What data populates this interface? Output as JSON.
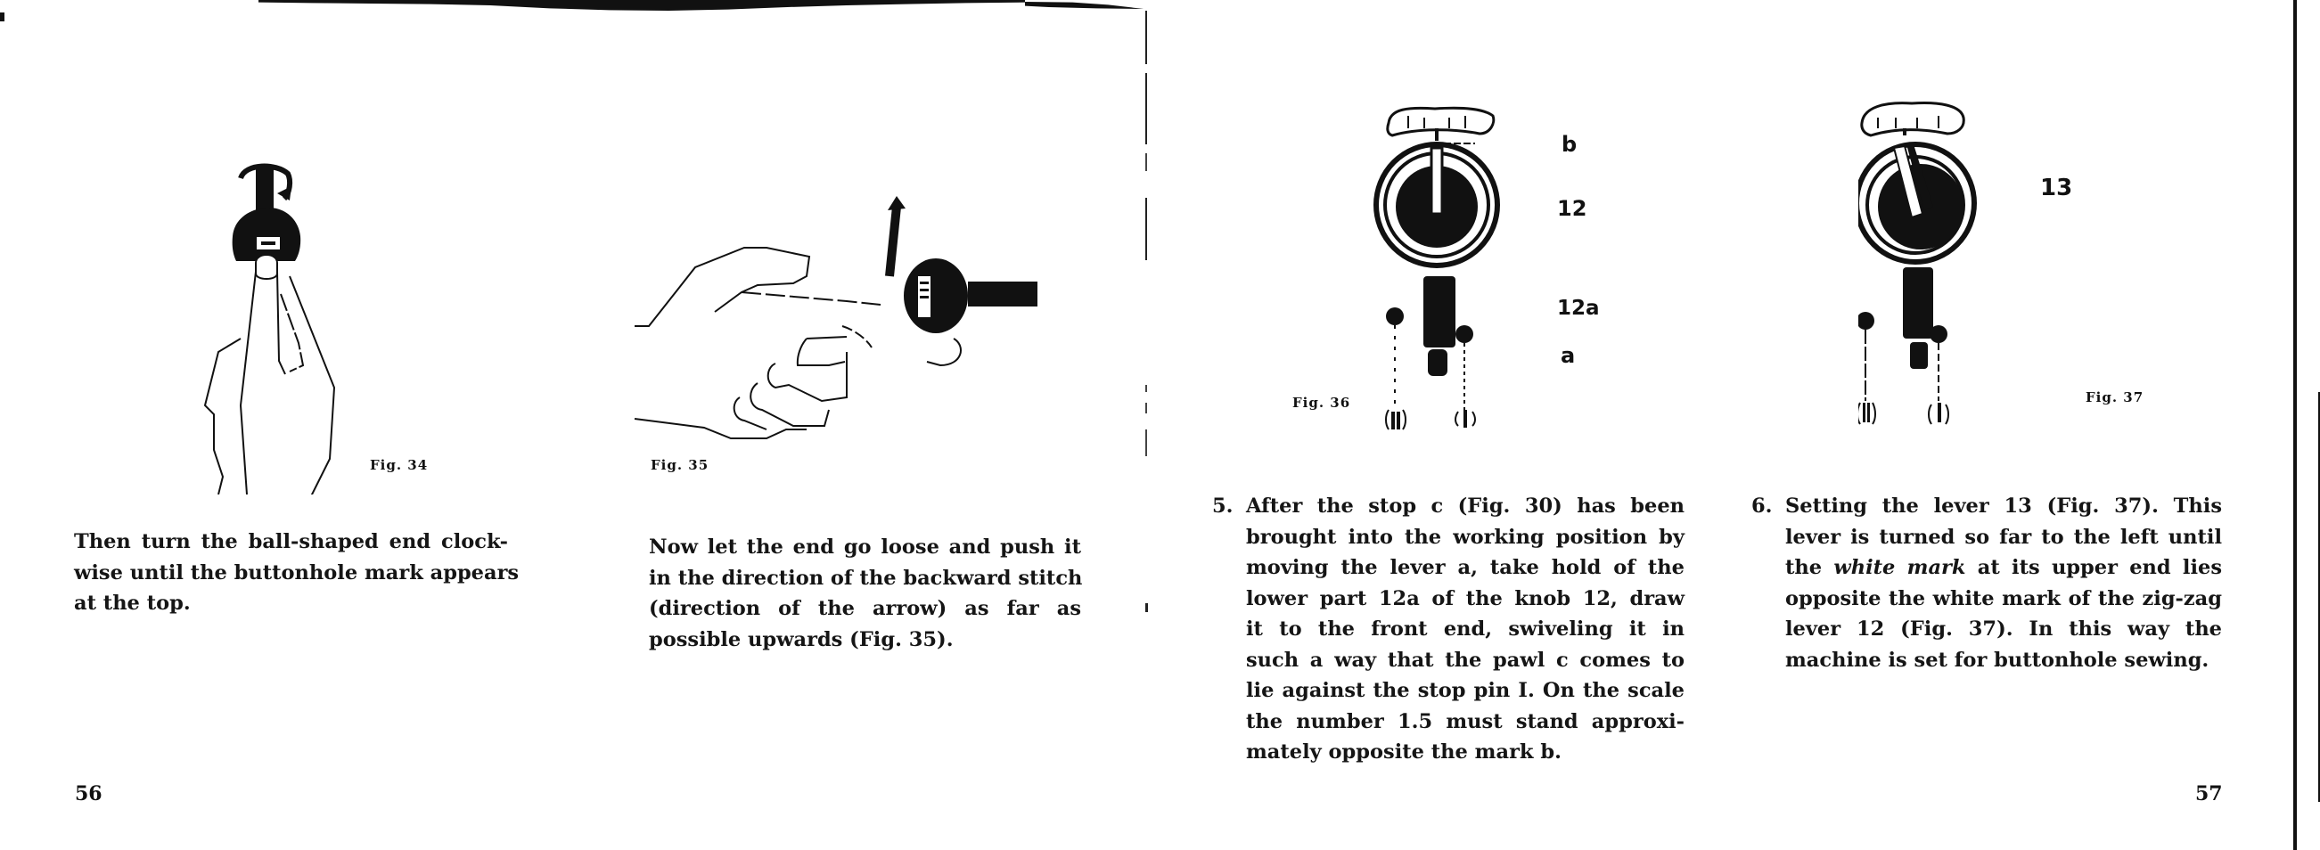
{
  "document": {
    "type": "sewing machine instruction manual",
    "left_page": {
      "page_number": "56",
      "figures": [
        {
          "id": "fig34",
          "caption": "Fig. 34",
          "depicts": "hand holding ball-shaped end with clockwise arrow"
        },
        {
          "id": "fig35",
          "caption": "Fig. 35",
          "depicts": "hand pushing knob in direction of arrow (backward stitch)"
        }
      ],
      "paragraphs": [
        {
          "id": "para-fig34",
          "lines": [
            "Then turn the ball-shaped end clock-",
            "wise until the buttonhole mark appears",
            "at the top."
          ]
        },
        {
          "id": "para-fig35",
          "lines": [
            "Now let the end go loose and push it",
            "in the direction of the backward stitch",
            "(direction of the arrow) as far as",
            "possible upwards (Fig. 35)."
          ]
        }
      ]
    },
    "right_page": {
      "page_number": "57",
      "figures": [
        {
          "id": "fig36",
          "caption": "Fig. 36",
          "labels": {
            "b": "b",
            "knob": "12",
            "lower_part": "12a",
            "lever": "a"
          },
          "scale_marks": [
            "4",
            "3",
            "2",
            "1"
          ]
        },
        {
          "id": "fig37",
          "caption": "Fig. 37",
          "labels": {
            "lever": "13"
          },
          "scale_marks": [
            "3",
            "2",
            "1"
          ]
        }
      ],
      "steps": [
        {
          "number": "5.",
          "lines": [
            "After the stop c (Fig. 30) has been",
            "brought into the working position by",
            "moving the lever a, take hold of the",
            "lower part 12a of the knob 12, draw",
            "it to the front end, swiveling it in",
            "such a way that the pawl c comes to",
            "lie against the stop pin I. On the scale",
            "the number 1.5 must stand approxi-",
            "mately opposite the mark b."
          ]
        },
        {
          "number": "6.",
          "lines_parts": [
            [
              "Setting the lever 13 (Fig. 37). This"
            ],
            [
              "lever is turned so far to the left until"
            ],
            [
              "the ",
              {
                "italic": "white mark"
              },
              " at its upper end lies"
            ],
            [
              "opposite the white mark of the zig-zag"
            ],
            [
              "lever 12 (Fig. 37). In this way the"
            ],
            [
              "machine is set for buttonhole sewing."
            ]
          ],
          "lines": [
            "Setting the lever 13 (Fig. 37). This",
            "lever is turned so far to the left until",
            "the",
            "white mark",
            "at its upper end lies",
            "opposite the white mark of the zig-zag",
            "lever 12 (Fig. 37). In this way the",
            "machine is set for buttonhole sewing."
          ]
        }
      ],
      "stop_pin_labels": {
        "left": "II",
        "right": "I"
      }
    },
    "colors": {
      "ink": "#111111",
      "paper": "#ffffff"
    }
  }
}
